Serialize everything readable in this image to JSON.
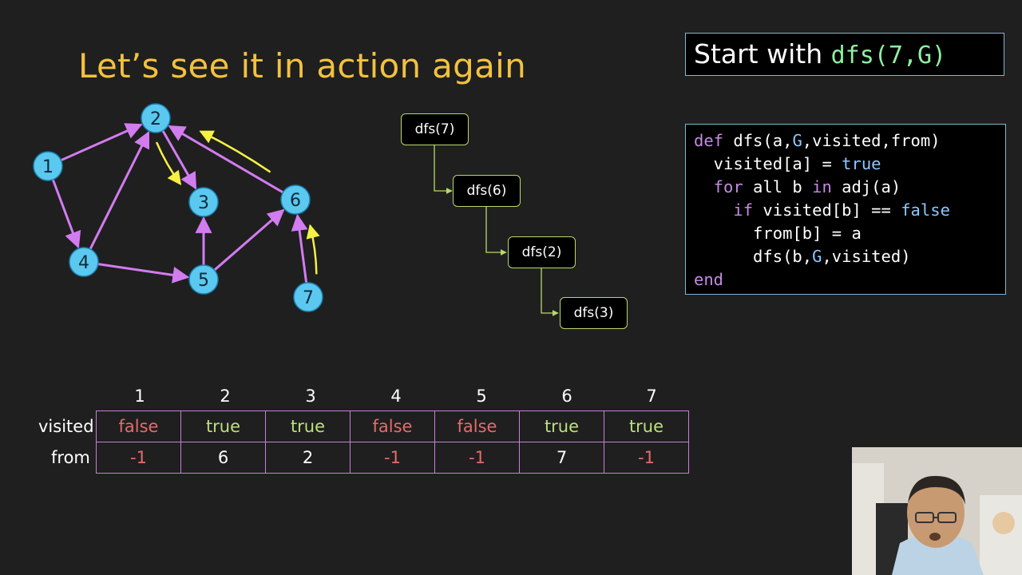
{
  "title": "Let’s see it in action again",
  "start": {
    "prefix": "Start with ",
    "call": "dfs(7,G)"
  },
  "code": {
    "line1": {
      "kw": "def",
      "rest": " dfs(a,",
      "g": "G",
      "rest2": ",visited,from)"
    },
    "line2": {
      "text": "  visited[a] = ",
      "val": "true"
    },
    "line3": {
      "kw1": "  for",
      "mid": " all b ",
      "kw2": "in",
      "rest": " adj(a)"
    },
    "line4": {
      "kw": "    if",
      "mid": " visited[b] == ",
      "val": "false"
    },
    "line5": "      from[b] = a",
    "line6": {
      "pre": "      dfs(b,",
      "g": "G",
      "post": ",visited)"
    },
    "line7": "end"
  },
  "graph": {
    "nodes": [
      {
        "id": "1",
        "label": "1"
      },
      {
        "id": "2",
        "label": "2"
      },
      {
        "id": "3",
        "label": "3"
      },
      {
        "id": "4",
        "label": "4"
      },
      {
        "id": "5",
        "label": "5"
      },
      {
        "id": "6",
        "label": "6"
      },
      {
        "id": "7",
        "label": "7"
      }
    ],
    "edges": [
      [
        "1",
        "2"
      ],
      [
        "1",
        "4"
      ],
      [
        "4",
        "2"
      ],
      [
        "4",
        "5"
      ],
      [
        "5",
        "3"
      ],
      [
        "5",
        "6"
      ],
      [
        "2",
        "3"
      ],
      [
        "6",
        "2"
      ],
      [
        "7",
        "6"
      ]
    ],
    "traversal": [
      [
        "7",
        "6"
      ],
      [
        "6",
        "2"
      ],
      [
        "2",
        "3"
      ]
    ]
  },
  "calls": [
    "dfs(7)",
    "dfs(6)",
    "dfs(2)",
    "dfs(3)"
  ],
  "table": {
    "columns": [
      "1",
      "2",
      "3",
      "4",
      "5",
      "6",
      "7"
    ],
    "row_labels": {
      "visited": "visited",
      "from": "from"
    },
    "visited": [
      "false",
      "true",
      "true",
      "false",
      "false",
      "true",
      "true"
    ],
    "from": [
      "-1",
      "6",
      "2",
      "-1",
      "-1",
      "7",
      "-1"
    ]
  },
  "colors": {
    "title": "#f2c13f",
    "edge": "#d27cf0",
    "node": "#5bc8f0",
    "trace": "#f5f044",
    "callbox": "#b9d96a"
  }
}
